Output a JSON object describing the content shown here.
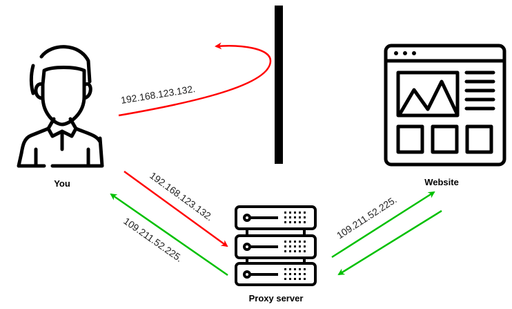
{
  "nodes": {
    "you": "You",
    "proxy": "Proxy server",
    "website": "Website"
  },
  "ips": {
    "blocked": "192.168.123.132.",
    "to_proxy": "192.168.123.132.",
    "from_proxy": "109.211.52.225.",
    "proxy_to_site": "109.211.52.225."
  },
  "colors": {
    "blocked": "#ff0000",
    "allowed": "#00c000",
    "icon": "#000000"
  }
}
